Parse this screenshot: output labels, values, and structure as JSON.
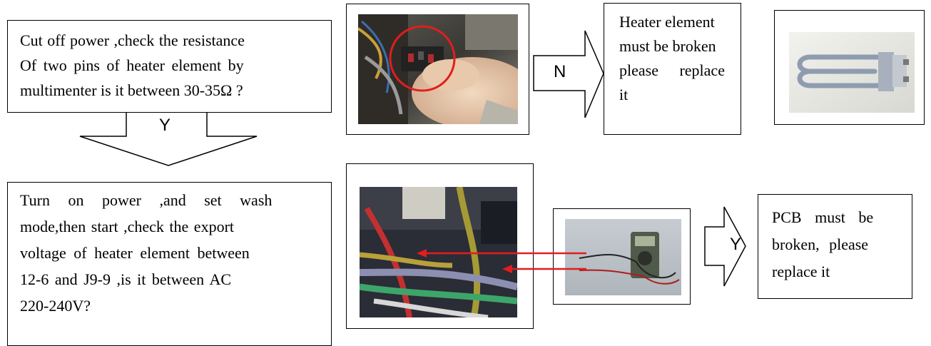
{
  "step1": {
    "lines": [
      "Cut off power ,check the resistance",
      "Of two pins of heater element by",
      "multimenter is it between 30-35Ω ?"
    ]
  },
  "step2": {
    "lines": [
      "Turn on power ,and set wash",
      "mode,then start ,check the export",
      "voltage of heater element between",
      "12-6 and J9-9 ,is it between AC",
      "220-240V?"
    ]
  },
  "result1": {
    "lines": [
      "Heater element",
      "must be broken",
      "please replace",
      "it"
    ]
  },
  "result2": {
    "lines": [
      "PCB must be",
      "broken, please",
      "replace it"
    ]
  },
  "arrows": {
    "down_label": "Y",
    "right1_label": "N",
    "right2_label": "Y"
  },
  "photos": {
    "wiring_check": "wiring-with-red-circle-photo",
    "heater_element": "heater-element-photo",
    "pcb_wiring": "pcb-wiring-photo",
    "multimeter": "multimeter-photo"
  },
  "colors": {
    "annotation_red": "#e21d1d",
    "border": "#000000"
  }
}
